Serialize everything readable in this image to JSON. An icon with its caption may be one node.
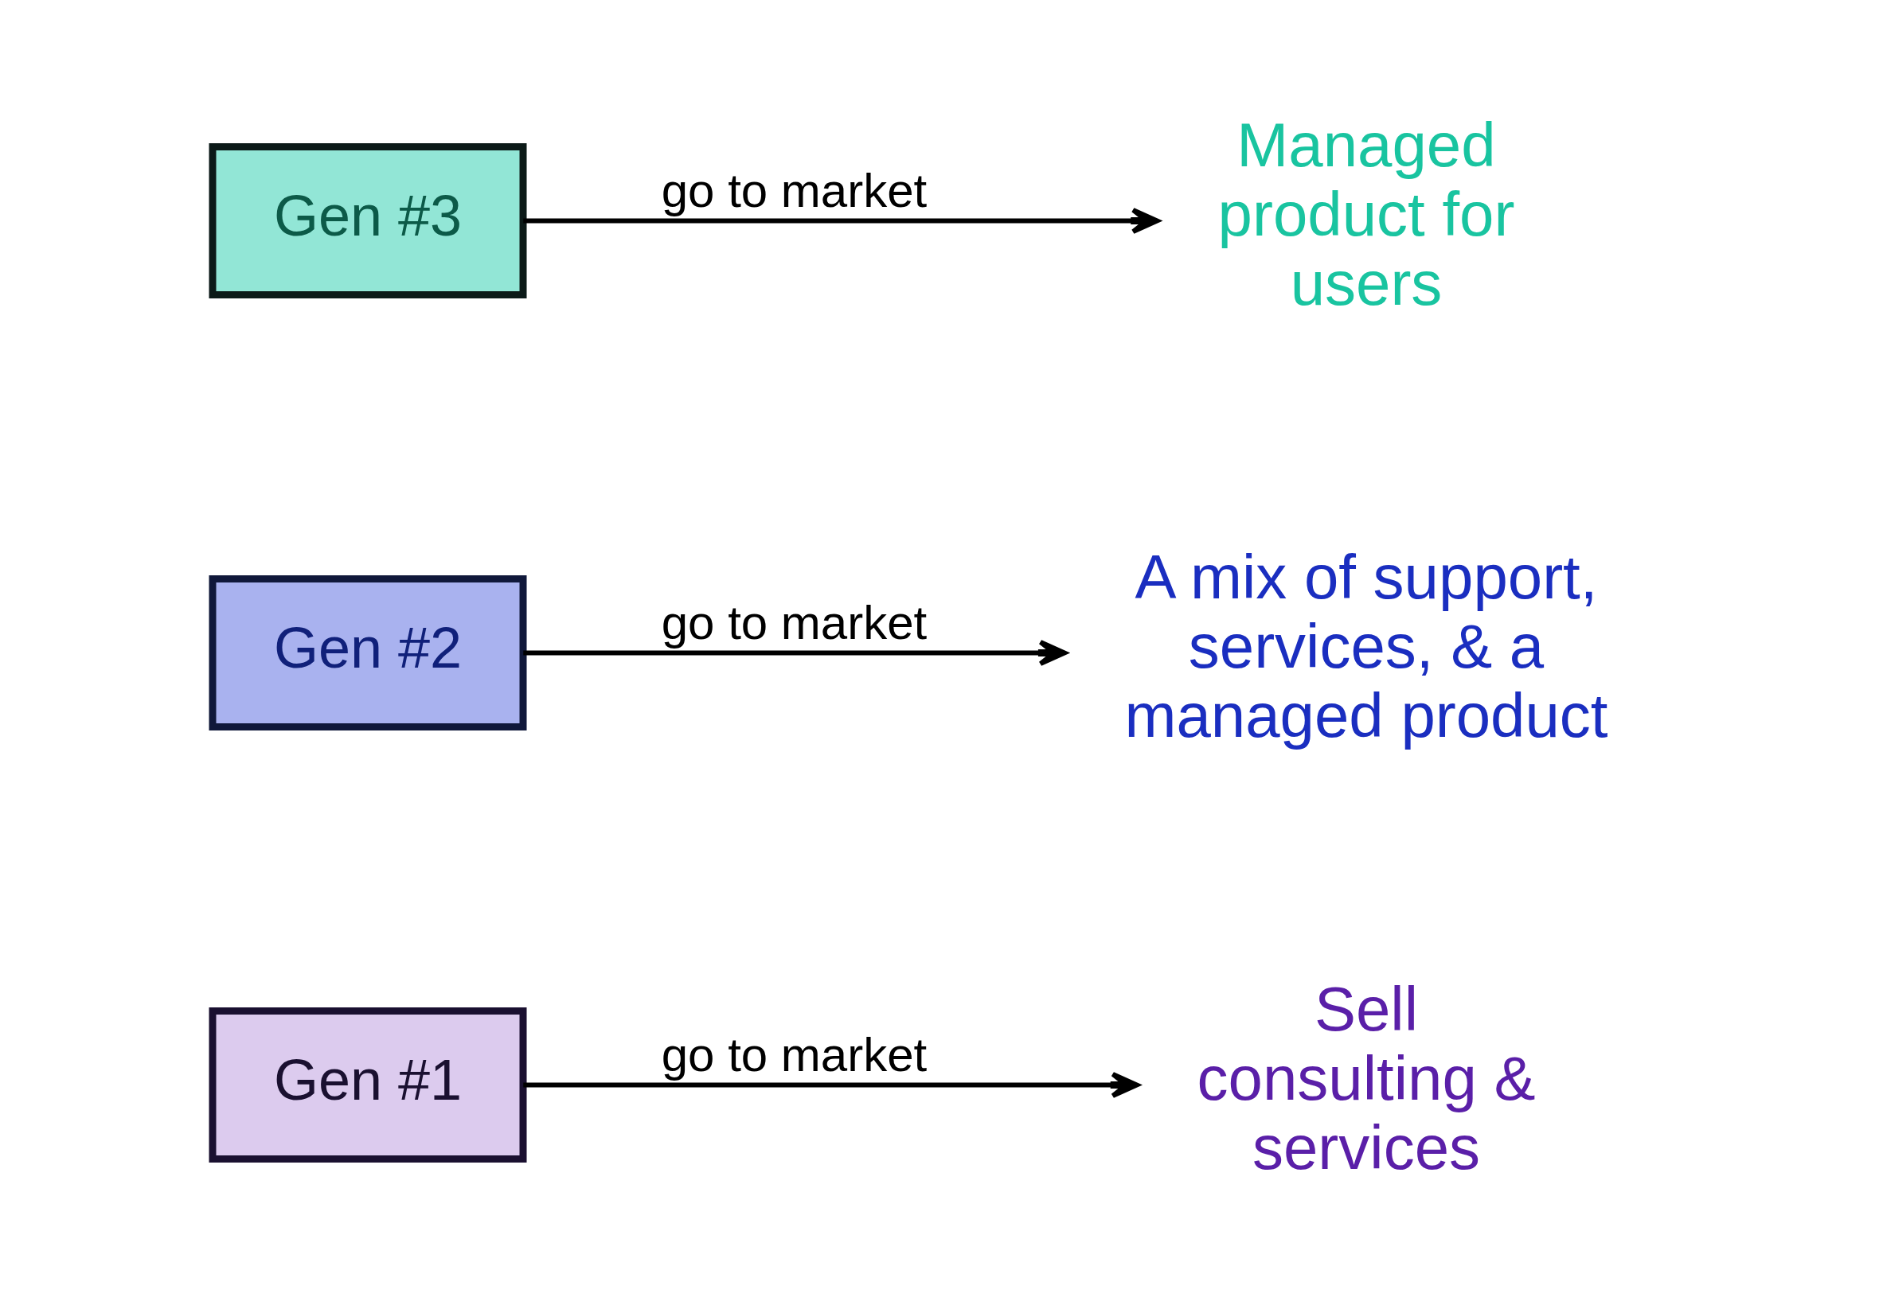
{
  "diagram": {
    "nodes": [
      {
        "text": [
          "Gen #1"
        ]
      },
      {
        "text": [
          "Sell consulting & services"
        ]
      },
      {
        "text": [
          "Gen #2"
        ]
      },
      {
        "text": [
          "A mix of support, services, & a managed product"
        ]
      },
      {
        "text": [
          "Gen #3"
        ]
      },
      {
        "text": [
          "Managed product for users"
        ]
      }
    ],
    "edges": [
      {
        "from": 0,
        "to": 1,
        "arrow": "to",
        "label": "go to market"
      },
      {
        "from": 2,
        "to": 3,
        "arrow": "to",
        "label": "go to market"
      },
      {
        "from": 4,
        "to": 5,
        "arrow": "to",
        "label": "go to market"
      }
    ]
  }
}
